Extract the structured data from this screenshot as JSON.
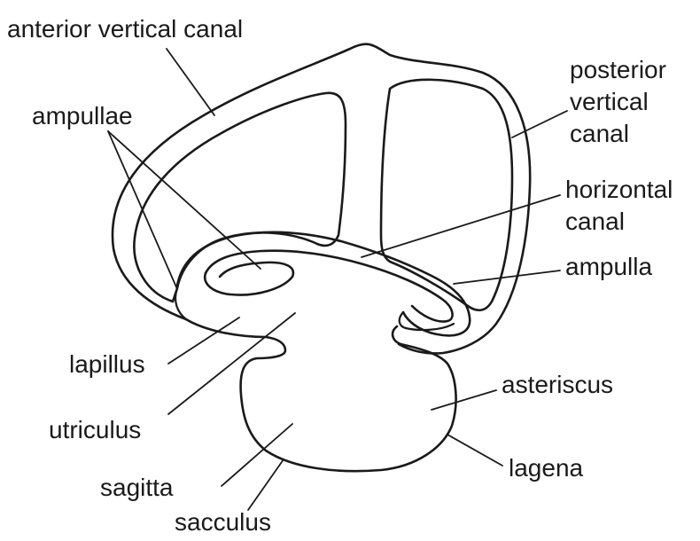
{
  "labels": {
    "anterior_vertical_canal": "anterior vertical canal",
    "ampullae": "ampullae",
    "posterior_vertical_canal": [
      "posterior",
      "vertical",
      "canal"
    ],
    "horizontal_canal": [
      "horizontal",
      "canal"
    ],
    "ampulla": "ampulla",
    "lapillus": "lapillus",
    "asteriscus": "asteriscus",
    "utriculus": "utriculus",
    "lagena": "lagena",
    "sagitta": "sagitta",
    "sacculus": "sacculus"
  },
  "colors": {
    "ink": "#1a1a1a",
    "background": "#ffffff"
  }
}
